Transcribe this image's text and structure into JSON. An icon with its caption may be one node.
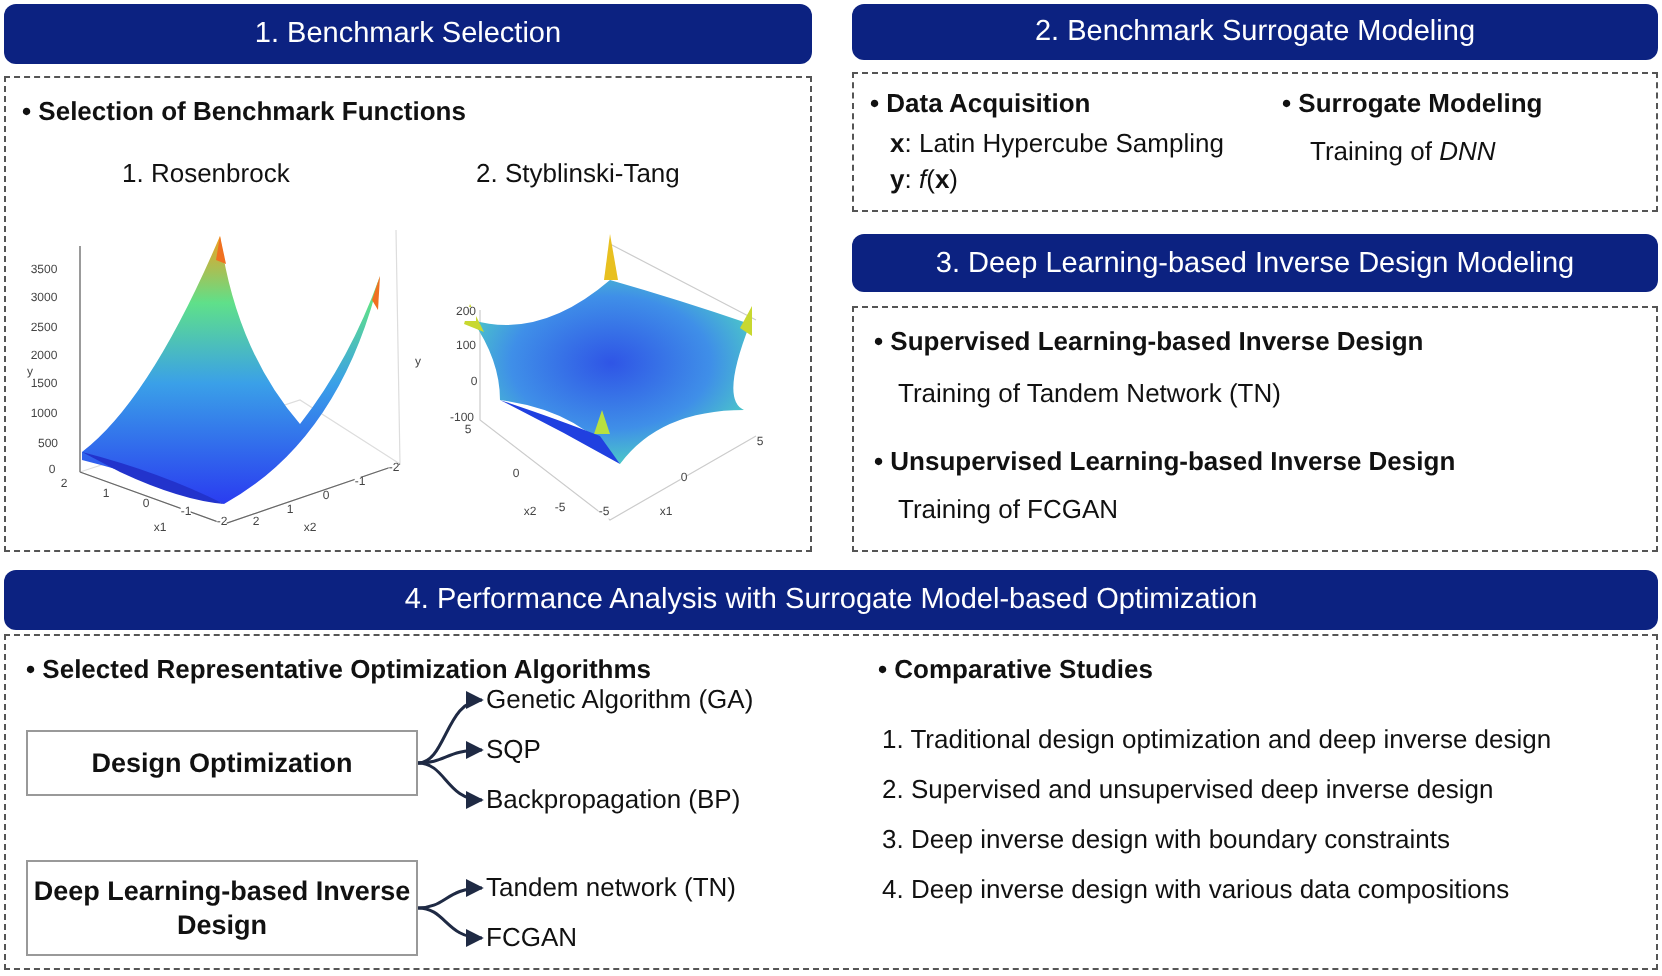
{
  "diagram": {
    "nodes": [
      {
        "text": [
          "1. Benchmark Selection"
        ]
      },
      {
        "text": [
          "• Selection of Benchmark Functions",
          "1. Rosenbrock",
          "2. Styblinski-Tang"
        ]
      },
      {
        "text": [
          "2. Benchmark Surrogate Modeling"
        ]
      },
      {
        "text": [
          "• Data Acquisition",
          "**x**: Latin Hypercube Sampling",
          "**y**: *f*(**x**)",
          "• Surrogate Modeling",
          "Training of *DNN*"
        ]
      },
      {
        "text": [
          "3. Deep Learning-based Inverse Design Modeling"
        ]
      },
      {
        "text": [
          "• Supervised Learning-based Inverse Design",
          "Training of Tandem Network (TN)",
          "• Unsupervised Learning-based Inverse Design",
          "Training of FCGAN"
        ]
      },
      {
        "text": [
          "4. Performance Analysis with Surrogate Model-based Optimization"
        ]
      },
      {
        "text": [
          "• Selected Representative Optimization Algorithms",
          "• Comparative Studies",
          "1. Traditional design optimization and deep inverse design",
          "2. Supervised and unsupervised deep inverse design",
          "3. Deep inverse design with boundary constraints",
          "4. Deep inverse design with various data compositions"
        ]
      },
      {
        "text": [
          "Design Optimization"
        ],
        "in": 7
      },
      {
        "text": [
          "Genetic Algorithm (GA)"
        ],
        "in": 7
      },
      {
        "text": [
          "SQP"
        ],
        "in": 7
      },
      {
        "text": [
          "Backpropagation (BP)"
        ],
        "in": 7
      },
      {
        "text": [
          "Deep Learning-based Inverse Design"
        ],
        "in": 7
      },
      {
        "text": [
          "Tandem network (TN)"
        ],
        "in": 7
      },
      {
        "text": [
          "FCGAN"
        ],
        "in": 7
      }
    ],
    "edges": [
      {
        "from": 8,
        "to": 9,
        "arrow": "to"
      },
      {
        "from": 8,
        "to": 10,
        "arrow": "to"
      },
      {
        "from": 8,
        "to": 11,
        "arrow": "to"
      },
      {
        "from": 12,
        "to": 13,
        "arrow": "to"
      },
      {
        "from": 12,
        "to": 14,
        "arrow": "to"
      }
    ],
    "labels": [
      "3500",
      "3000",
      "2500",
      "2000",
      "1500",
      "1000",
      "500",
      "0",
      "y",
      "2",
      "1",
      "0",
      "-1",
      "-2",
      "x1",
      "2",
      "1",
      "0",
      "-1",
      "-2",
      "x2",
      "200",
      "100",
      "0",
      "-100",
      "y",
      "5",
      "0",
      "-5",
      "x2",
      "-5",
      "0",
      "5",
      "x1"
    ]
  }
}
